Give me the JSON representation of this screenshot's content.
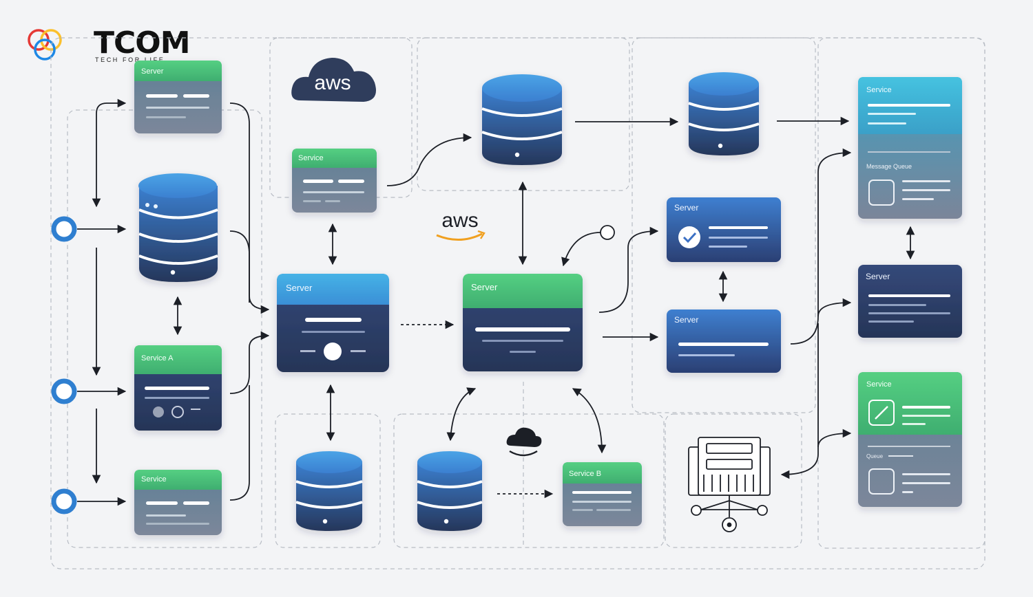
{
  "brand": {
    "wordmark": "TCOM",
    "tagline": "TECH FOR LIFE",
    "ring_colors": [
      "#e53935",
      "#fbc02d",
      "#1e88e5"
    ]
  },
  "colors": {
    "green": "#4cc47a",
    "teal": "#3fb4d4",
    "blue": "#3d8fd8",
    "navy": "#2d3d66",
    "slate": "#6f7d93",
    "connector_ring": "#2f7fd0",
    "aws_orange": "#f0a020",
    "aws_cloud": "#2f3d5c"
  },
  "aws": {
    "cloud_label": "aws",
    "text_logo": "aws"
  },
  "cards": {
    "server_top_left": "Server",
    "service_a": "Service A",
    "service_bottom_left": "Service",
    "service_mid": "Service",
    "server_center_left": "Server",
    "server_center": "Server",
    "server_check": "Server",
    "server_right_mid": "Server",
    "service_b": "Service B",
    "service_tall_top": "Service",
    "message_queue": "Message Queue",
    "server_right": "Server",
    "service_tall_bottom": "Service",
    "queue_label": "Queue"
  },
  "icons": {
    "check": "check-circle-icon",
    "edit": "edit-square-icon",
    "placeholder": "empty-square-icon",
    "cloud": "cloud-icon",
    "network": "network-hub-icon",
    "database": "database-icon"
  }
}
